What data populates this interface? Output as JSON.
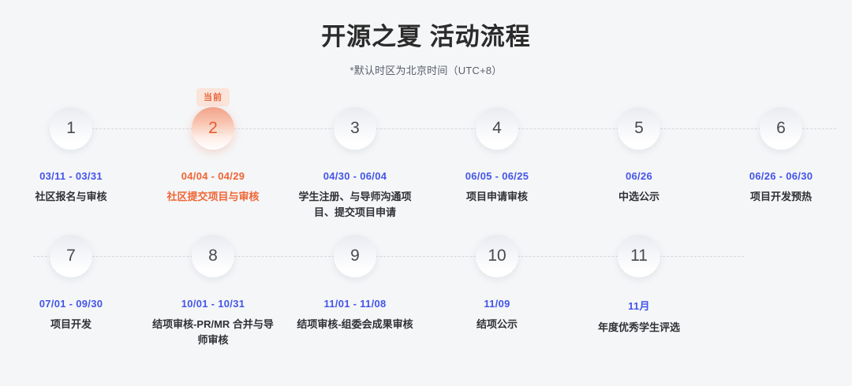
{
  "header": {
    "title": "开源之夏 活动流程",
    "subtitle": "*默认时区为北京时间（UTC+8）"
  },
  "colors": {
    "background": "#f5f6f8",
    "date_blue": "#4355e8",
    "active_orange": "#ef6534",
    "badge_bg": "#fbe4da",
    "label_dark": "#2f3136",
    "track_dash": "#d3d6dd"
  },
  "active_badge_label": "当前",
  "rows": [
    {
      "steps": [
        {
          "number": "1",
          "dates": "03/11 - 03/31",
          "label": "社区报名与审核",
          "active": false
        },
        {
          "number": "2",
          "dates": "04/04 - 04/29",
          "label": "社区提交项目与审核",
          "active": true,
          "badge": "当前"
        },
        {
          "number": "3",
          "dates": "04/30 - 06/04",
          "label": "学生注册、与导师沟通项目、提交项目申请",
          "active": false
        },
        {
          "number": "4",
          "dates": "06/05 - 06/25",
          "label": "项目申请审核",
          "active": false
        },
        {
          "number": "5",
          "dates": "06/26",
          "label": "中选公示",
          "active": false
        },
        {
          "number": "6",
          "dates": "06/26 - 06/30",
          "label": "项目开发预热",
          "active": false
        }
      ]
    },
    {
      "steps": [
        {
          "number": "7",
          "dates": "07/01 - 09/30",
          "label": "项目开发",
          "active": false
        },
        {
          "number": "8",
          "dates": "10/01 - 10/31",
          "label": "结项审核-PR/MR 合并与导师审核",
          "active": false
        },
        {
          "number": "9",
          "dates": "11/01 - 11/08",
          "label": "结项审核-组委会成果审核",
          "active": false
        },
        {
          "number": "10",
          "dates": "11/09",
          "label": "结项公示",
          "active": false
        },
        {
          "number": "11",
          "dates": "11月",
          "label": "年度优秀学生评选",
          "active": false
        }
      ]
    }
  ]
}
